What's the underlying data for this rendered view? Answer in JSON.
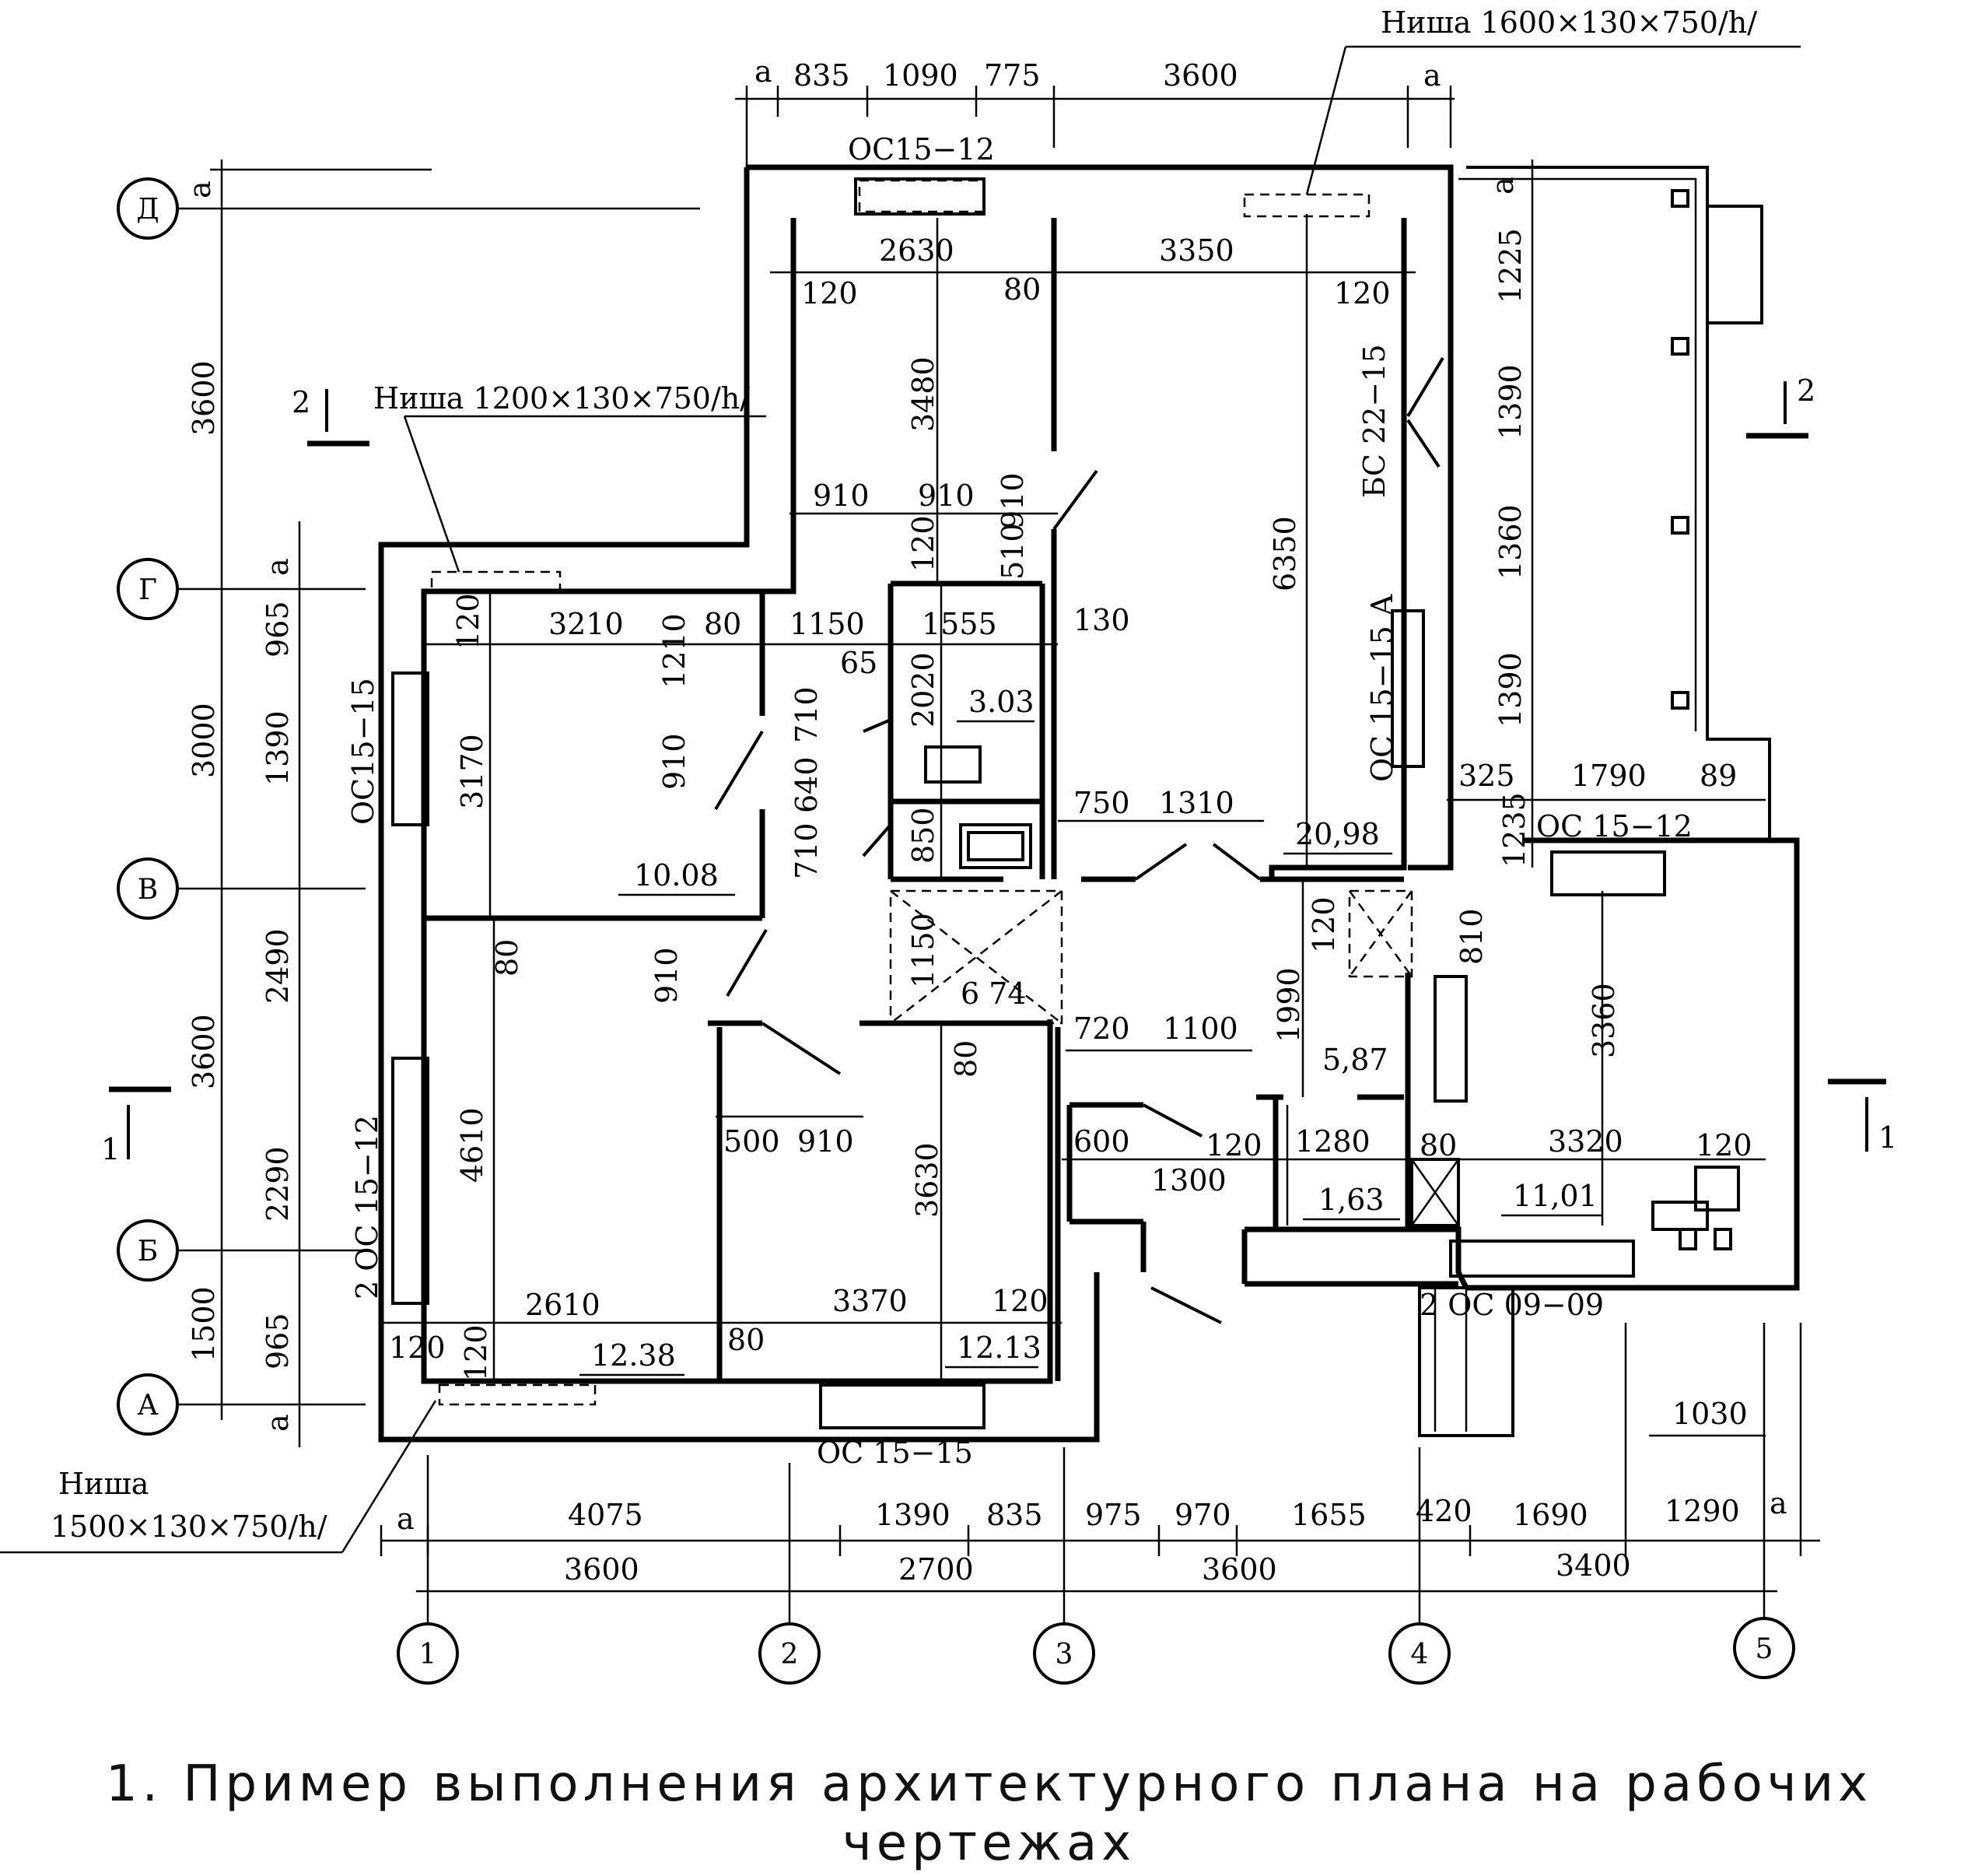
{
  "caption": {
    "line1": "1. Пример выполнения архитектурного плана на рабочих",
    "line2": "чертежах"
  },
  "axes": {
    "rows": [
      "Д",
      "Г",
      "В",
      "Б",
      "А"
    ],
    "cols": [
      "1",
      "2",
      "3",
      "4",
      "5"
    ]
  },
  "labels": {
    "niche_top": "Ниша 1600×130×750/h/",
    "niche_left": "Ниша 1200×130×750/h/",
    "niche_bottom_1": "Ниша",
    "niche_bottom_2": "1500×130×750/h/",
    "win_top": "ОС15−12",
    "win_left": "ОС15−15",
    "win_left2": "2 ОС 15−12",
    "win_bottom": "ОС 15−15",
    "door_bs": "БС 22−15",
    "win_right": "ОС 15−15 А",
    "win_right2": "ОС 15−12",
    "win_bottom2": "2 ОС 09−09",
    "sect2_left": "2",
    "sect2_right": "2",
    "sect1_left": "1",
    "sect1_right": "1",
    "mark_a": "а"
  },
  "areas": {
    "r1": "10.08",
    "r2": "12.38",
    "r3": "12.13",
    "r4": "6 74",
    "r5": "3.03",
    "r6": "20,98",
    "r7": "5,87",
    "r8": "1,63",
    "r9": "11,01"
  },
  "dims_top": {
    "d1": "835",
    "d2": "1090",
    "d3": "775",
    "d4": "3600"
  },
  "dims_bottom1": {
    "d1": "4075",
    "d2": "1390",
    "d3": "835",
    "d4": "975",
    "d5": "970",
    "d6": "1655",
    "d7": "420",
    "d8": "1690",
    "d9": "1290",
    "d10": "1030"
  },
  "dims_bottom2": {
    "d1": "3600",
    "d2": "2700",
    "d3": "3600",
    "d4": "3400"
  },
  "dims_left1": {
    "d1": "3600",
    "d2": "3000",
    "d3": "3600",
    "d4": "1500"
  },
  "dims_left2": {
    "d1": "965",
    "d2": "1390",
    "d3": "2490",
    "d4": "2290",
    "d5": "965"
  },
  "dims_right": {
    "d1": "1225",
    "d2": "1390",
    "d3": "1360",
    "d4": "1390",
    "d5": "1235",
    "d6": "325",
    "d7": "1790",
    "d8": "89"
  },
  "dims_inner": {
    "d2630": "2630",
    "d3350": "3350",
    "d120a": "120",
    "d80a": "80",
    "d120b": "120",
    "d3480": "3480",
    "d6350": "6350",
    "d910a": "910",
    "d910b": "910",
    "d910c": "910",
    "d120c": "120",
    "d510": "510",
    "d3210": "3210",
    "d80b": "80",
    "d1150": "1150",
    "d1555": "1555",
    "d130": "130",
    "d120d": "120",
    "d1210": "1210",
    "d65": "65",
    "d2020": "2020",
    "d710a": "710",
    "d640": "640",
    "d710b": "710",
    "d850": "850",
    "d3170": "3170",
    "d910d": "910",
    "d750": "750",
    "d1310": "1310",
    "d80c": "80",
    "d910e": "910",
    "d1150b": "1150",
    "d120e": "120",
    "d810": "810",
    "d1990": "1990",
    "d3360": "3360",
    "d720": "720",
    "d1100": "1100",
    "d80d": "80",
    "d4610": "4610",
    "d500": "500",
    "d910f": "910",
    "d3630": "3630",
    "d600": "600",
    "d120f": "120",
    "d1300": "1300",
    "d1280": "1280",
    "d80e": "80",
    "d3320": "3320",
    "d120g": "120",
    "d2610": "2610",
    "d3370": "3370",
    "d120h": "120",
    "d120i": "120",
    "d80f": "80",
    "d120j": "120"
  }
}
